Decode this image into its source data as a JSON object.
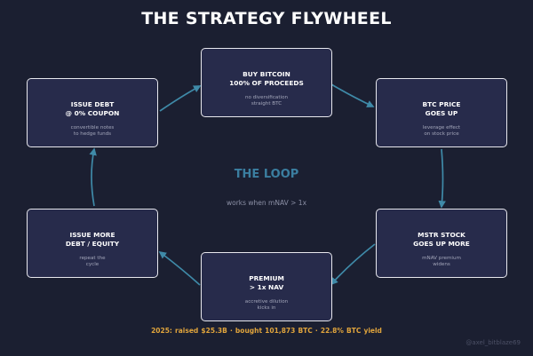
{
  "title": "THE STRATEGY FLYWHEEL",
  "nodes": [
    {
      "title": "BUY BITCOIN\n100% OF PROCEEDS",
      "sub": "no diversification\nstraight BTC"
    },
    {
      "title": "BTC PRICE\nGOES UP",
      "sub": "leverage effect\non stock price"
    },
    {
      "title": "MSTR STOCK\nGOES UP MORE",
      "sub": "mNAV premium\nwidens"
    },
    {
      "title": "PREMIUM\n> 1x NAV",
      "sub": "accretive dilution\nkicks in"
    },
    {
      "title": "ISSUE MORE\nDEBT / EQUITY",
      "sub": "repeat the\ncycle"
    },
    {
      "title": "ISSUE DEBT\n@ 0% COUPON",
      "sub": "convertible notes\nto hedge funds"
    }
  ],
  "center": {
    "title": "THE LOOP",
    "sub": "works when mNAV > 1x"
  },
  "footer": "2025: raised $25.3B  ·  bought 101,873 BTC  ·  22.8% BTC yield",
  "handle": "@axel_bitblaze69",
  "colors": {
    "background": "#1b1f31",
    "node_fill": "#272b4b",
    "node_border": "#e8e8ee",
    "arrow": "#3f8aa8",
    "center_title": "#3b7ea0",
    "footer": "#e0a43c"
  }
}
